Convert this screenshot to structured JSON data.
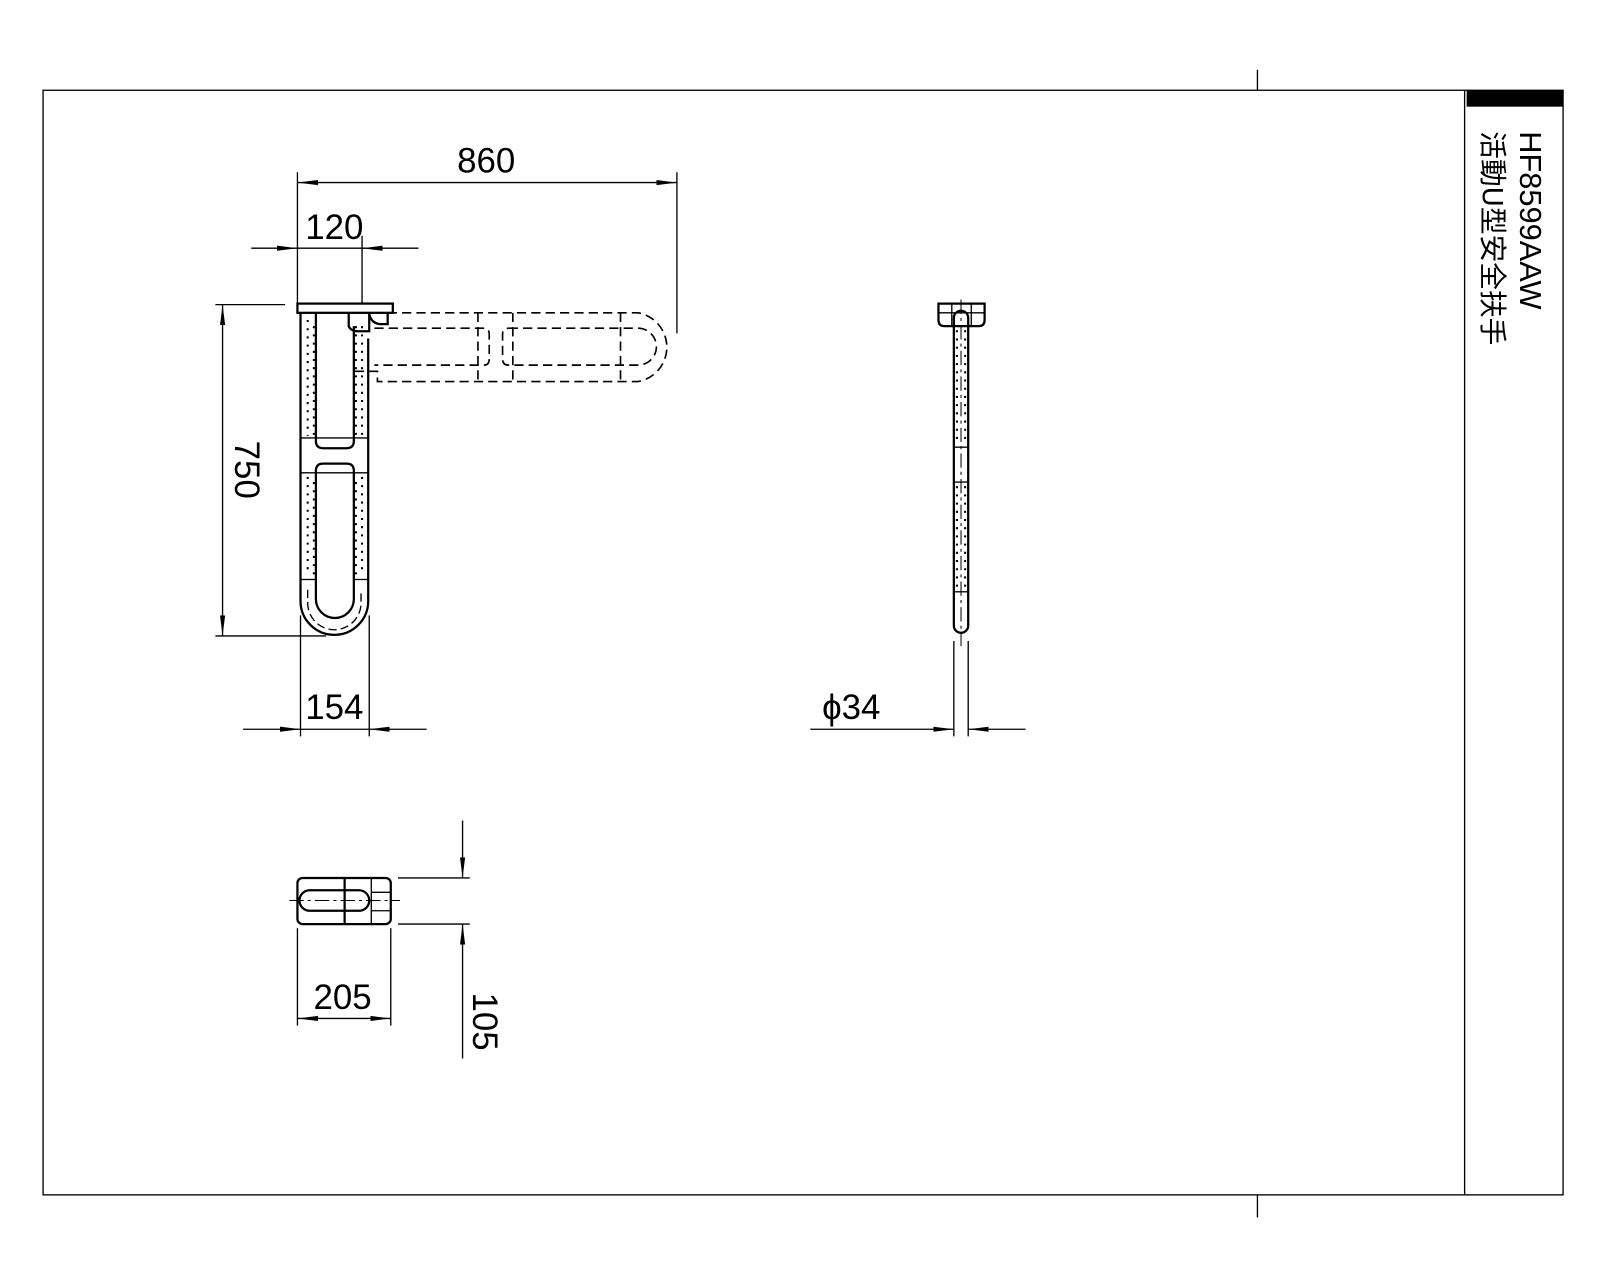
{
  "title_block": {
    "model": "HF8599AAW",
    "name": "活動U型安全扶手"
  },
  "front_view": {
    "dim_width_total": "860",
    "dim_plate_width": "120",
    "dim_height": "750",
    "dim_bar_width": "154"
  },
  "side_view": {
    "dim_diameter": "ϕ34"
  },
  "base_view": {
    "dim_width": "205",
    "dim_height": "105"
  }
}
